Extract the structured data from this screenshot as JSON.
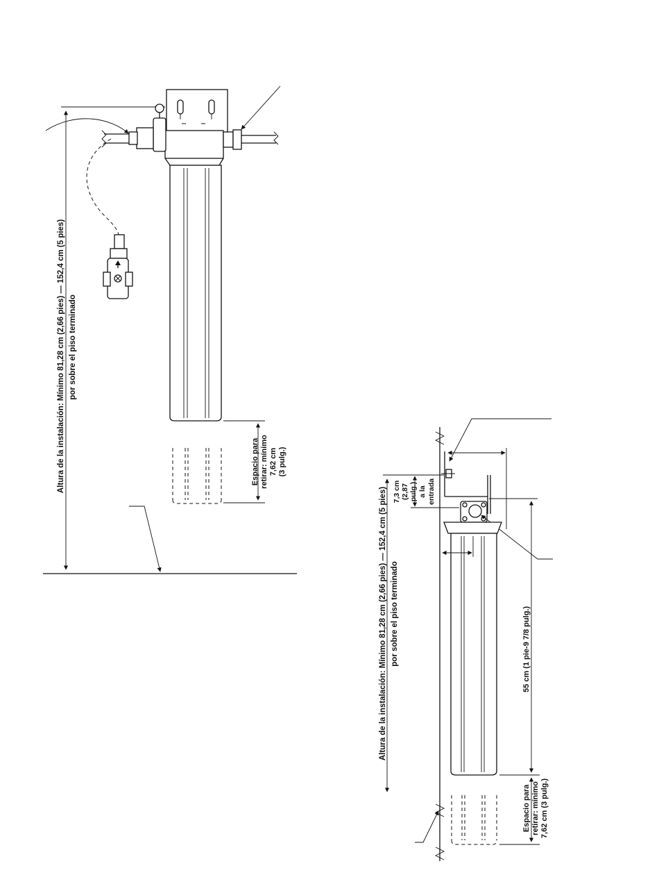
{
  "colors": {
    "ink": "#111111",
    "paper": "#ffffff",
    "shade": "#e9e9e9"
  },
  "diagram_top": {
    "install_height_line1": "Altura de la instalación: Mínimo 81,28 cm (2,66 pies) — 152,4 cm (5 pies)",
    "install_height_line2": "por sobre el piso terminado",
    "removal_line1": "Espacio para",
    "removal_line2": "retirar: mínimo",
    "removal_line3": "7,62 cm",
    "removal_line4": "(3 pulg.)"
  },
  "diagram_bottom": {
    "install_height_line1": "Altura de la instalación: Mínimo 81,28 cm (2,66 pies) — 152,4 cm (5 pies)",
    "install_height_line2": "por sobre el piso terminado",
    "inlet_line1": "7,3 cm",
    "inlet_line2": "(2,87",
    "inlet_line3": "pulg.)",
    "inlet_line4": "a la",
    "inlet_line5": "entrada",
    "length_label": "55 cm (1 pie-9 7/8 pulg.)",
    "removal_line1": "Espacio para",
    "removal_line2": "retirar: mínimo",
    "removal_line3": "7,62 cm (3 pulg.)"
  }
}
